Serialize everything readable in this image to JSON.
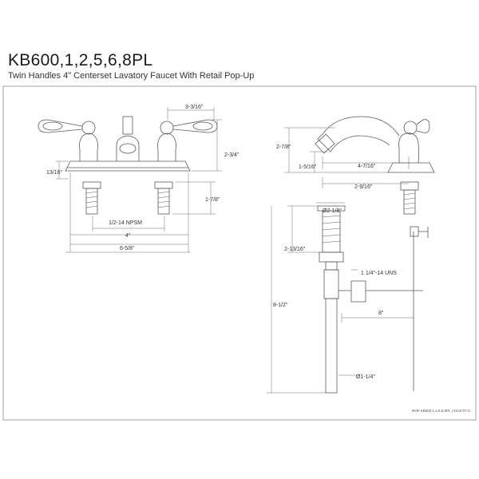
{
  "header": {
    "model": "KB600,1,2,5,6,8PL",
    "description": "Twin Handles 4\" Centerset Lavatory Faucet With Retail Pop-Up"
  },
  "front_view": {
    "handle_spread": "3-3/16\"",
    "height": "2-3/4\"",
    "base_thickness": "13/16\"",
    "shank_length": "1-7/8\"",
    "thread": "1/2-14 NPSM",
    "centers": "4\"",
    "base_width": "6-5/8\""
  },
  "side_view": {
    "spout_height": "2-7/8\"",
    "spout_clearance": "1-5/16\"",
    "spout_reach": "4-7/16\"",
    "spout_to_center": "2-9/16\""
  },
  "drain_view": {
    "flange_diameter": "Ø2-1/8\"",
    "flange_height": "2-13/16\"",
    "thread": "1 1/4\"-14 UNS",
    "total_height": "8-1/2\"",
    "lift_rod": "8\"",
    "tailpiece_diameter": "Ø1-1/4\""
  },
  "footer": {
    "reference": "Ref# KB600,1,2,5,6,8PL | 2019-07-C"
  },
  "colors": {
    "line": "#5a5a5a",
    "frame": "#8a8a8a"
  }
}
